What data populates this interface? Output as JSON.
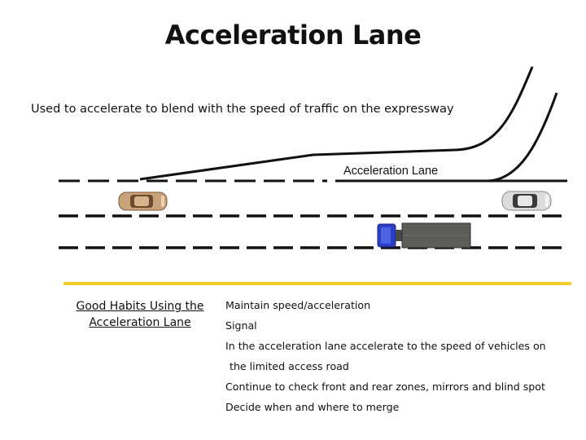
{
  "title": "Acceleration Lane",
  "subtitle": "Used to accelerate to blend with the speed of traffic on the expressway",
  "lane_label": "Acceleration Lane",
  "colors": {
    "road_line": "#111111",
    "edge_line": "#f2cd2a",
    "truck_cab": "#2b3fc4",
    "truck_trailer": "#5c5c58",
    "car_tan": "#c9a27a",
    "car_silver": "#d8d8d8"
  },
  "habits": {
    "heading_line1": "Good Habits Using the",
    "heading_line2": "Acceleration Lane",
    "items": [
      "Maintain speed/acceleration",
      "Signal",
      "In the acceleration lane accelerate to the speed of vehicles on",
      "the limited access road",
      "Continue to check front and rear zones, mirrors and blind spot",
      "Decide when and where to merge"
    ]
  }
}
